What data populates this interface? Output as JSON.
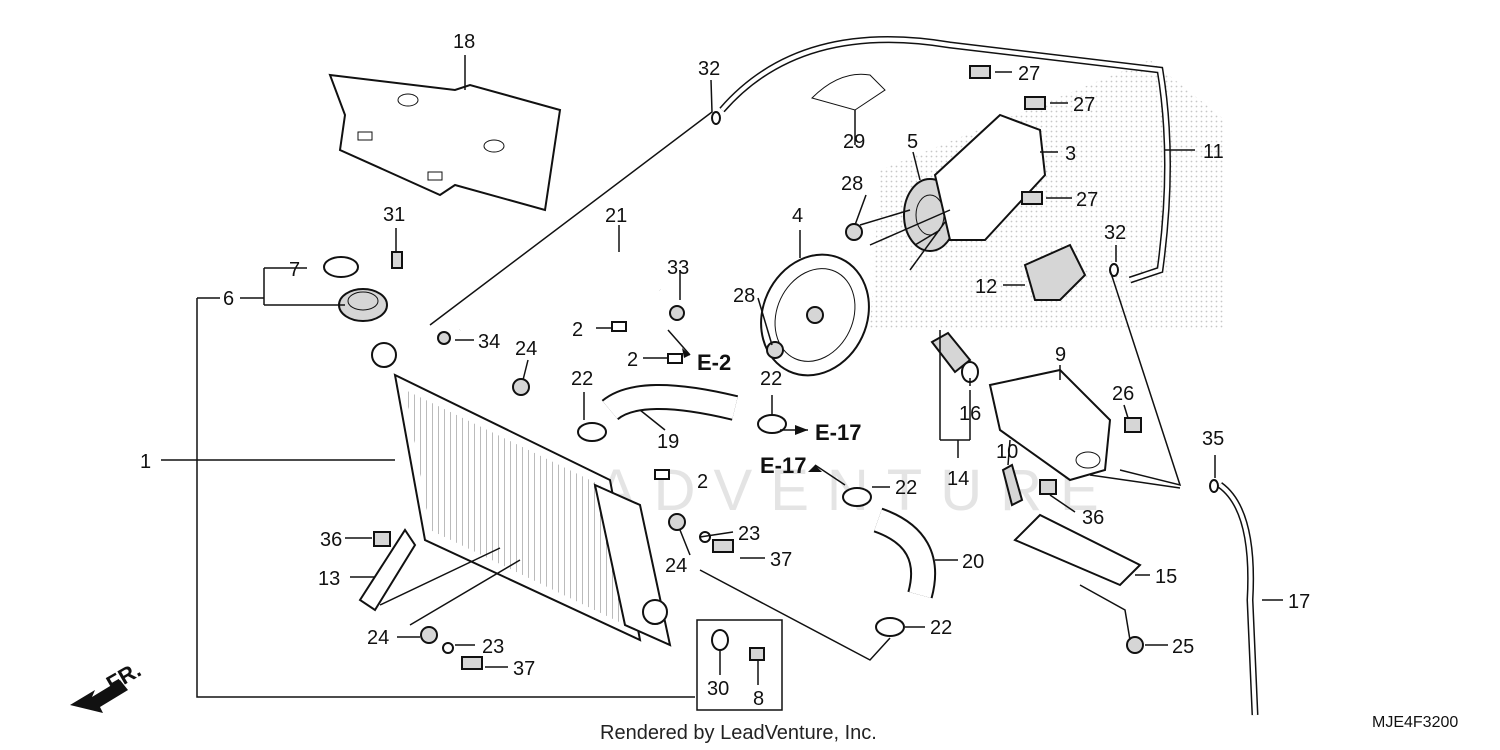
{
  "diagram": {
    "code": "MJE4F3200",
    "footer": "Rendered by LeadVenture, Inc.",
    "watermark": "LEADVENTURE",
    "front_marker": "FR."
  },
  "refs": {
    "e2": "E-2",
    "e17_a": "E-17",
    "e17_b": "E-17"
  },
  "callouts": {
    "c1": "1",
    "c2a": "2",
    "c2b": "2",
    "c2c": "2",
    "c3": "3",
    "c4": "4",
    "c5": "5",
    "c6": "6",
    "c7": "7",
    "c8": "8",
    "c9": "9",
    "c10": "10",
    "c11": "11",
    "c12": "12",
    "c13": "13",
    "c14": "14",
    "c15": "15",
    "c16": "16",
    "c17": "17",
    "c18": "18",
    "c19": "19",
    "c20": "20",
    "c21": "21",
    "c22a": "22",
    "c22b": "22",
    "c22c": "22",
    "c22d": "22",
    "c23a": "23",
    "c23b": "23",
    "c24a": "24",
    "c24b": "24",
    "c24c": "24",
    "c25": "25",
    "c26": "26",
    "c27a": "27",
    "c27b": "27",
    "c27c": "27",
    "c28a": "28",
    "c28b": "28",
    "c29": "29",
    "c30": "30",
    "c31": "31",
    "c32a": "32",
    "c32b": "32",
    "c33": "33",
    "c34": "34",
    "c35": "35",
    "c36a": "36",
    "c36b": "36",
    "c37a": "37",
    "c37b": "37"
  },
  "colors": {
    "ink": "#111111",
    "watermark": "#e4e4e4",
    "stipple": "#9a9a9a"
  }
}
